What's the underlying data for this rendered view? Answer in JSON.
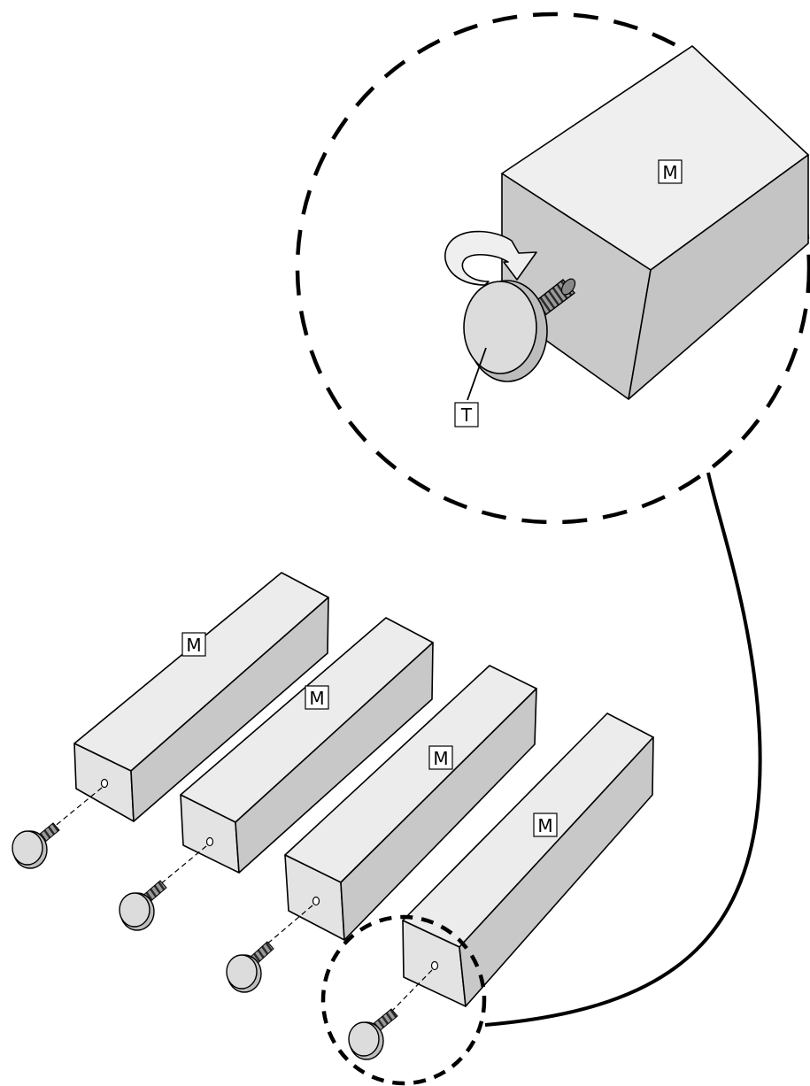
{
  "diagram": {
    "detail": {
      "leg_label": "M",
      "foot_label": "T"
    },
    "legs": [
      {
        "label": "M"
      },
      {
        "label": "M"
      },
      {
        "label": "M"
      },
      {
        "label": "M"
      }
    ],
    "colors": {
      "line": "#000000",
      "top_face": "#ececec",
      "front_face": "#e3e3e3",
      "side_face": "#c8c8c8",
      "foot_face": "#d9d9d9",
      "thread": "#555555",
      "background": "#ffffff"
    }
  }
}
